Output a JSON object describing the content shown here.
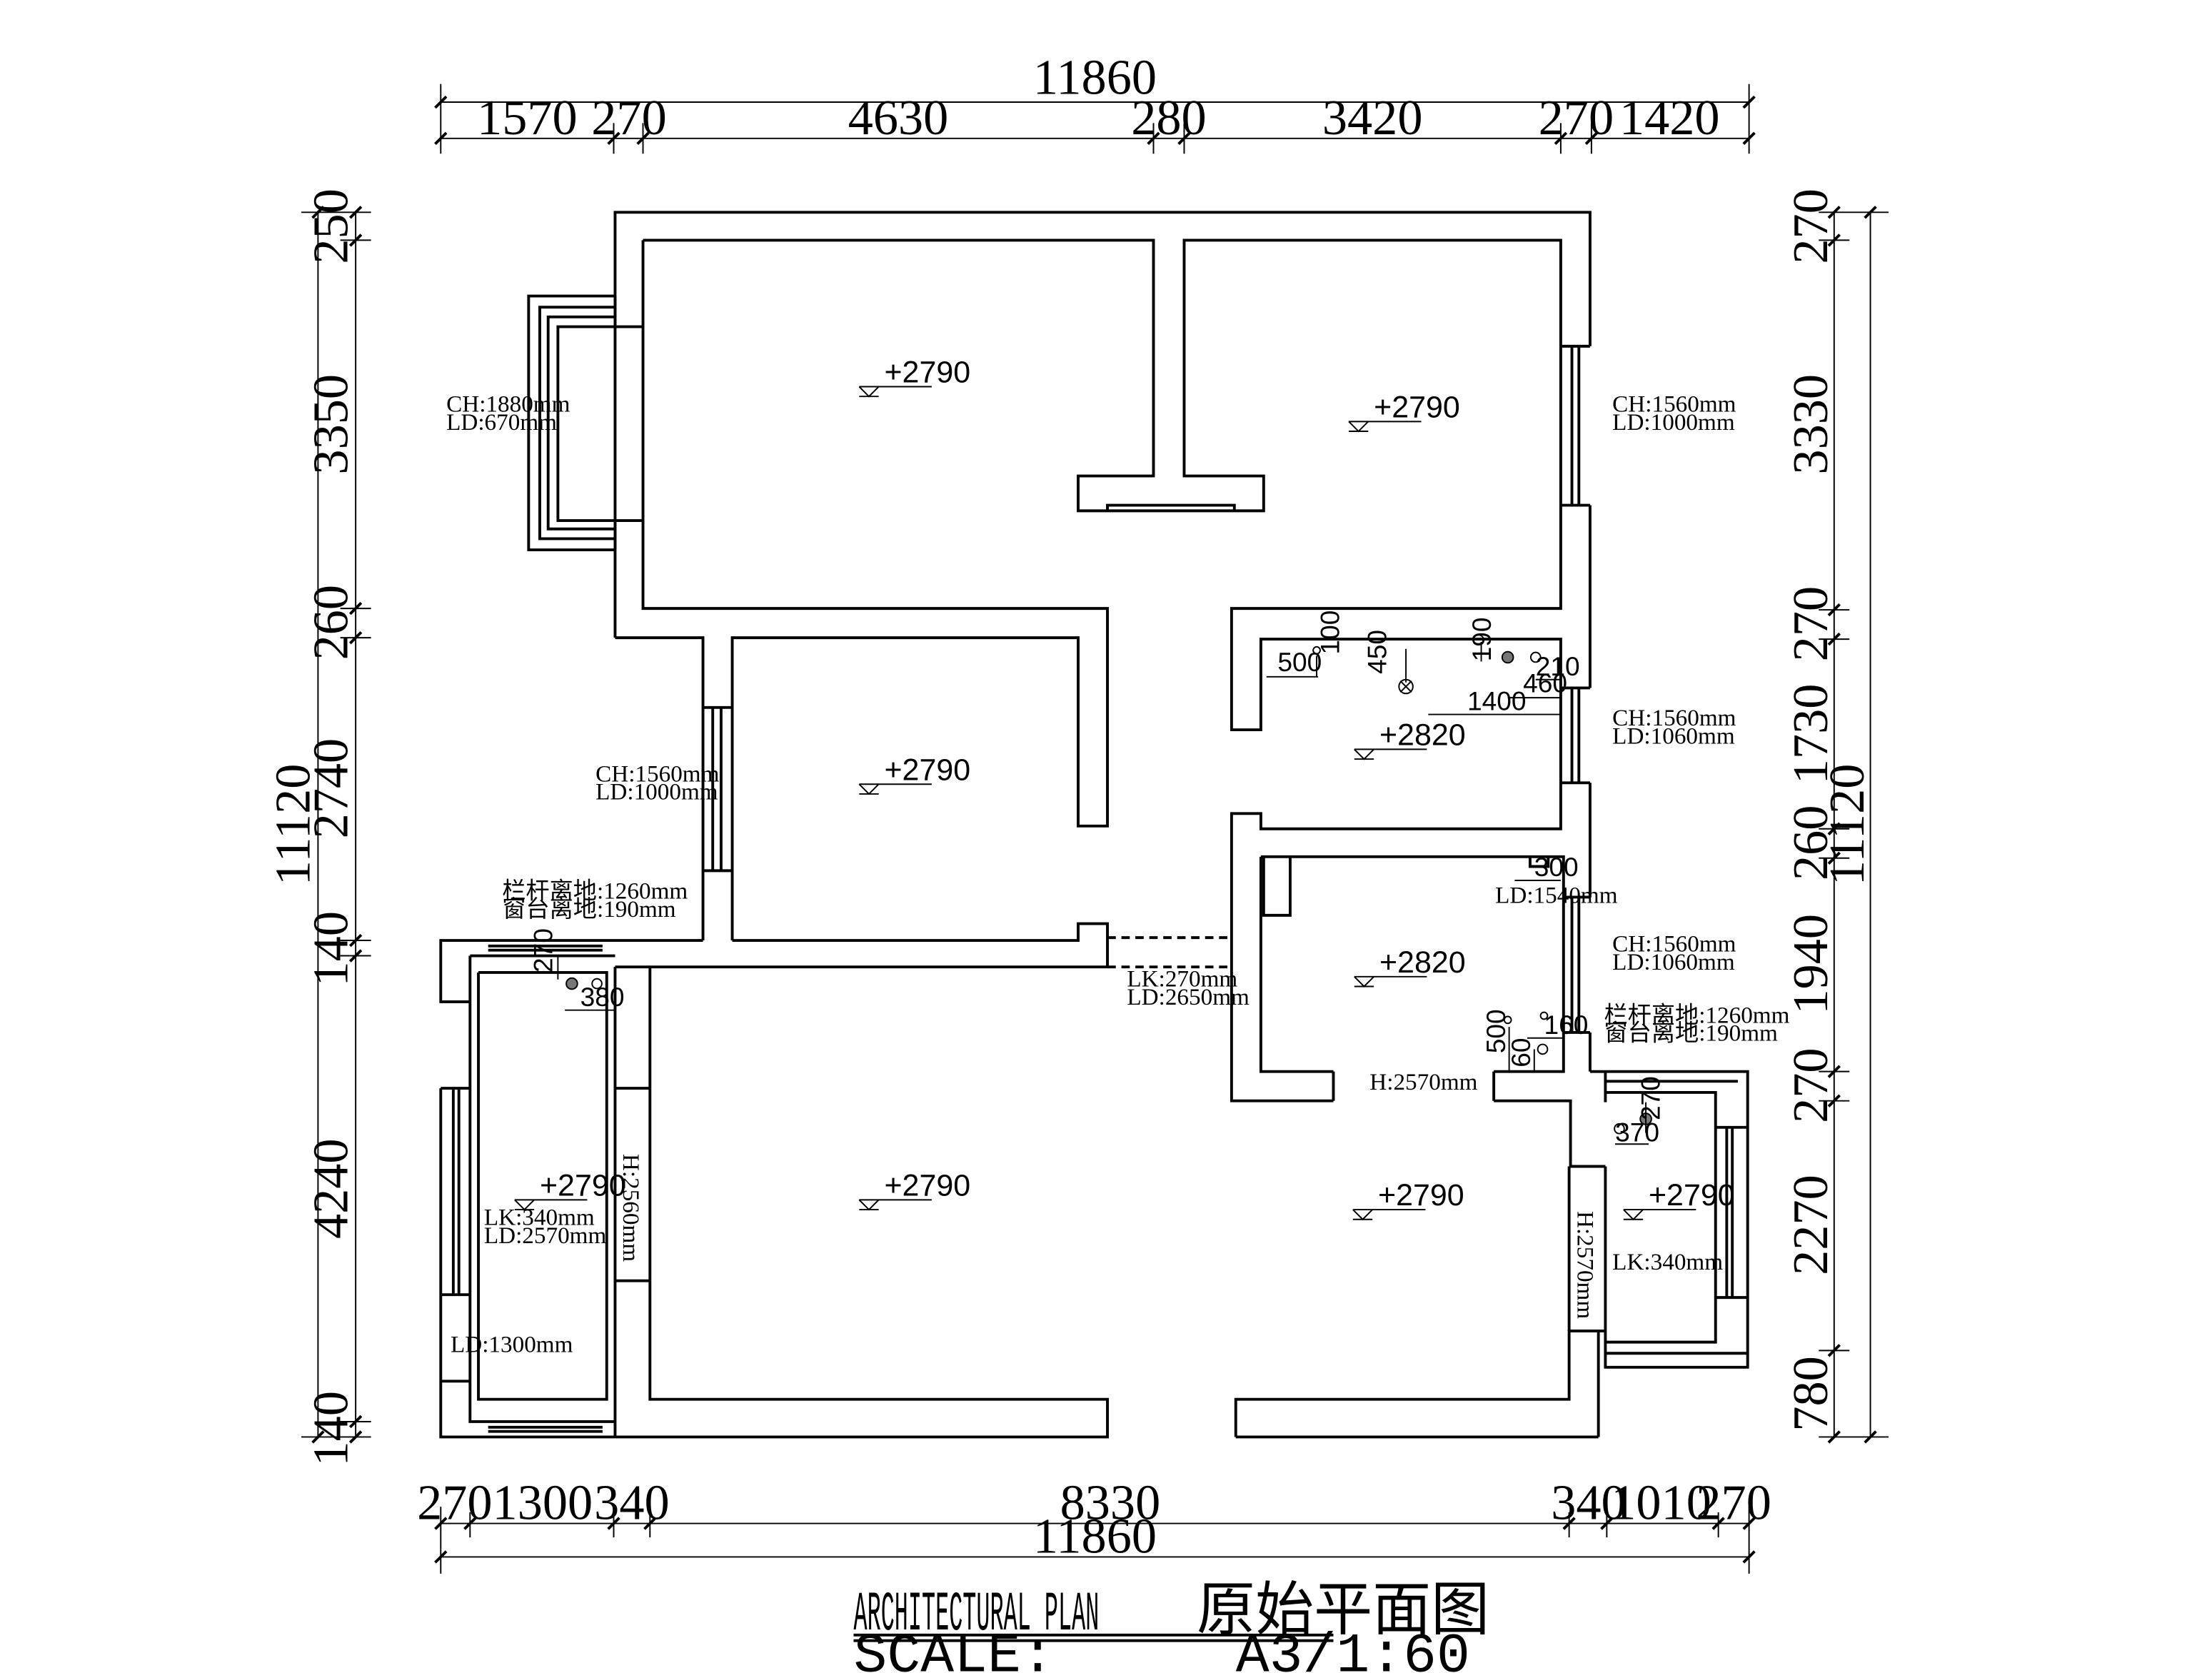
{
  "top_dims": {
    "total": "11860",
    "segments": [
      "1570",
      "270",
      "4630",
      "280",
      "3420",
      "270",
      "1420"
    ]
  },
  "bottom_dims": {
    "total": "11860",
    "segments": [
      "270",
      "1300",
      "340",
      "8330",
      "340",
      "1010",
      "270"
    ]
  },
  "left_dims": {
    "total": "11120",
    "segments": [
      "250",
      "3350",
      "260",
      "2740",
      "140",
      "4240",
      "140"
    ]
  },
  "right_dims": {
    "total": "11120",
    "segments": [
      "270",
      "3330",
      "270",
      "1730",
      "260",
      "1940",
      "270",
      "2270",
      "780"
    ]
  },
  "levels": {
    "living": "+2790",
    "bedroom_nw": "+2790",
    "bedroom_ne": "+2790",
    "bedroom_mid": "+2790",
    "kitchen": "+2820",
    "bath": "+2820",
    "balcony_w": "+2790",
    "dining": "+2790",
    "balcony_e": "+2790"
  },
  "notes": {
    "bay_w_ch": "CH:1880mm",
    "bay_w_ld": "LD:670mm",
    "win_ne_ch": "CH:1560mm",
    "win_ne_ld": "LD:1000mm",
    "win_mid_ch": "CH:1560mm",
    "win_mid_ld": "LD:1000mm",
    "rail_w": "栏杆离地:1260mm",
    "sill_w": "窗台离地:190mm",
    "kit_win_ch": "CH:1560mm",
    "kit_win_ld": "LD:1060mm",
    "bath_win_ch": "CH:1560mm",
    "bath_win_ld": "LD:1060mm",
    "rail_e": "栏杆离地:1260mm",
    "sill_e": "窗台离地:190mm",
    "bath_ld": "LD:1540mm",
    "opening_lk": "LK:270mm",
    "opening_ld": "LD:2650mm",
    "balc_w_lk": "LK:340mm",
    "balc_w_ld": "LD:2570mm",
    "balc_w_ld2": "LD:1300mm",
    "balc_e_lk": "LK:340mm",
    "door_h_w": "H:2560mm",
    "door_h_bath": "H:2570mm",
    "door_h_e": "H:2570mm"
  },
  "inner_dims": {
    "k500": "500",
    "k100": "100",
    "k450": "450",
    "k190": "190",
    "k210": "210",
    "k460": "460",
    "k1400": "1400",
    "b300": "300",
    "b500": "500",
    "b60": "60",
    "b160": "160",
    "w270": "270",
    "w380": "380",
    "e270": "270",
    "e370": "370"
  },
  "title": {
    "en": "ARCHITECTURAL PLAN",
    "cn": "原始平面图",
    "scale_label": "SCALE:",
    "scale_value": "A3/1:60"
  }
}
